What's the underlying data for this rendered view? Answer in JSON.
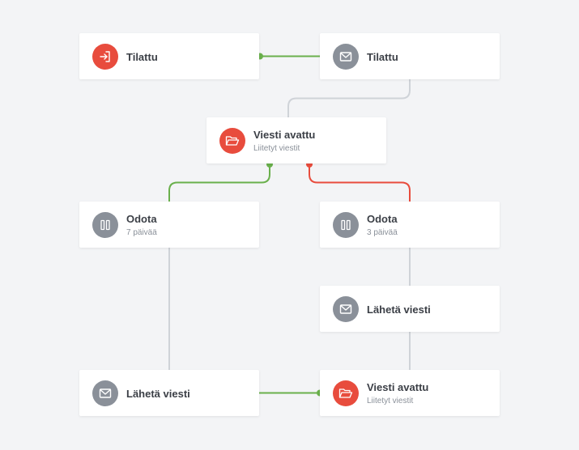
{
  "colors": {
    "background": "#f3f4f6",
    "card": "#ffffff",
    "red_accent": "#e84c3d",
    "gray_icon": "#8a9099",
    "green_connector": "#6ab04c",
    "red_connector": "#e84c3d",
    "gray_connector": "#cfd3d8"
  },
  "nodes": [
    {
      "id": "trigger-subscribed",
      "icon": "enter-icon",
      "icon_color": "red",
      "title": "Tilattu",
      "subtitle": ""
    },
    {
      "id": "send-subscribed",
      "icon": "envelope-icon",
      "icon_color": "gray",
      "title": "Tilattu",
      "subtitle": ""
    },
    {
      "id": "check-opened",
      "icon": "folder-open-icon",
      "icon_color": "red",
      "title": "Viesti avattu",
      "subtitle": "Liitetyt viestit"
    },
    {
      "id": "wait-7",
      "icon": "pause-icon",
      "icon_color": "gray",
      "title": "Odota",
      "subtitle": "7 päivää"
    },
    {
      "id": "wait-3",
      "icon": "pause-icon",
      "icon_color": "gray",
      "title": "Odota",
      "subtitle": "3 päivää"
    },
    {
      "id": "send-message-right",
      "icon": "envelope-icon",
      "icon_color": "gray",
      "title": "Lähetä viesti",
      "subtitle": ""
    },
    {
      "id": "send-message-left",
      "icon": "envelope-icon",
      "icon_color": "gray",
      "title": "Lähetä viesti",
      "subtitle": ""
    },
    {
      "id": "check-opened-2",
      "icon": "folder-open-icon",
      "icon_color": "red",
      "title": "Viesti avattu",
      "subtitle": "Liitetyt viestit"
    }
  ],
  "edges": [
    {
      "from": "trigger-subscribed",
      "to": "send-subscribed",
      "color": "green"
    },
    {
      "from": "send-subscribed",
      "to": "check-opened",
      "color": "gray"
    },
    {
      "from": "check-opened",
      "to": "wait-7",
      "color": "green"
    },
    {
      "from": "check-opened",
      "to": "wait-3",
      "color": "red"
    },
    {
      "from": "wait-7",
      "to": "send-message-left",
      "color": "gray"
    },
    {
      "from": "wait-3",
      "to": "send-message-right",
      "color": "gray"
    },
    {
      "from": "send-message-right",
      "to": "check-opened-2",
      "color": "gray"
    },
    {
      "from": "send-message-left",
      "to": "check-opened-2",
      "color": "green"
    }
  ]
}
